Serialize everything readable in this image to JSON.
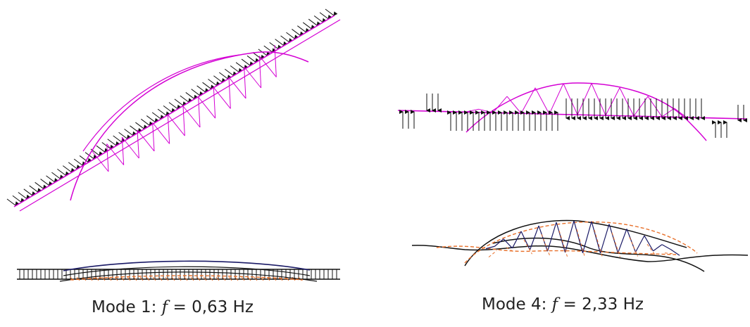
{
  "captions": {
    "mode1": {
      "prefix": "Mode 1: ",
      "var": "f",
      "suffix": " = 0,63 Hz"
    },
    "mode4": {
      "prefix": "Mode 4: ",
      "var": "f",
      "suffix": " = 2,33 Hz"
    }
  },
  "colors": {
    "mode_shape": "#d400d4",
    "load_arrow": "#111111",
    "structure": "#111111",
    "truss": "#1a1a66",
    "deformed_dash": "#e8702a"
  }
}
